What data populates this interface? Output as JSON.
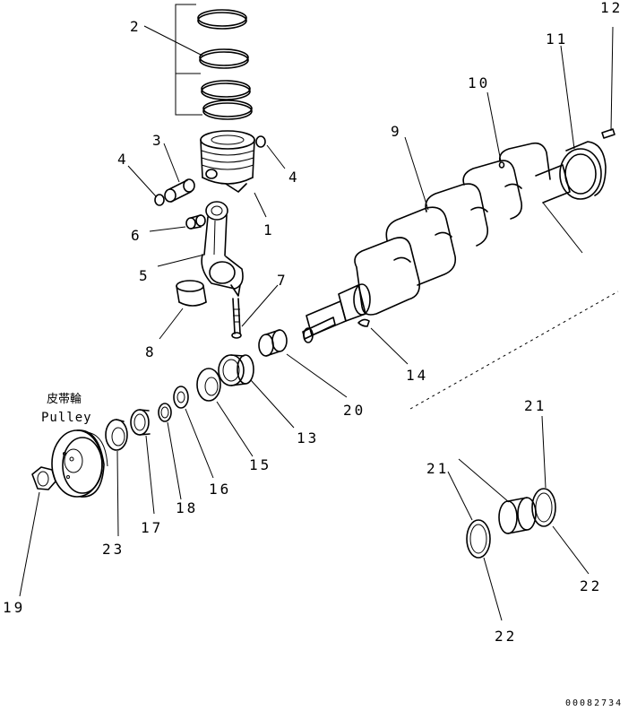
{
  "drawing_code": "00082734",
  "pulley_label_jp": "皮帯輪",
  "pulley_label_en": "Pulley",
  "callouts": [
    {
      "id": "c1",
      "text": "1"
    },
    {
      "id": "c2",
      "text": "2"
    },
    {
      "id": "c3",
      "text": "3"
    },
    {
      "id": "c4a",
      "text": "4"
    },
    {
      "id": "c4b",
      "text": "4"
    },
    {
      "id": "c5",
      "text": "5"
    },
    {
      "id": "c6",
      "text": "6"
    },
    {
      "id": "c7",
      "text": "7"
    },
    {
      "id": "c8",
      "text": "8"
    },
    {
      "id": "c9",
      "text": "9"
    },
    {
      "id": "c10",
      "text": "10"
    },
    {
      "id": "c11",
      "text": "11"
    },
    {
      "id": "c12",
      "text": "12"
    },
    {
      "id": "c13",
      "text": "13"
    },
    {
      "id": "c14",
      "text": "14"
    },
    {
      "id": "c15",
      "text": "15"
    },
    {
      "id": "c16",
      "text": "16"
    },
    {
      "id": "c17",
      "text": "17"
    },
    {
      "id": "c18",
      "text": "18"
    },
    {
      "id": "c19",
      "text": "19"
    },
    {
      "id": "c20",
      "text": "20"
    },
    {
      "id": "c21a",
      "text": "21"
    },
    {
      "id": "c21b",
      "text": "21"
    },
    {
      "id": "c22a",
      "text": "22"
    },
    {
      "id": "c22b",
      "text": "22"
    },
    {
      "id": "c23",
      "text": "23"
    }
  ]
}
